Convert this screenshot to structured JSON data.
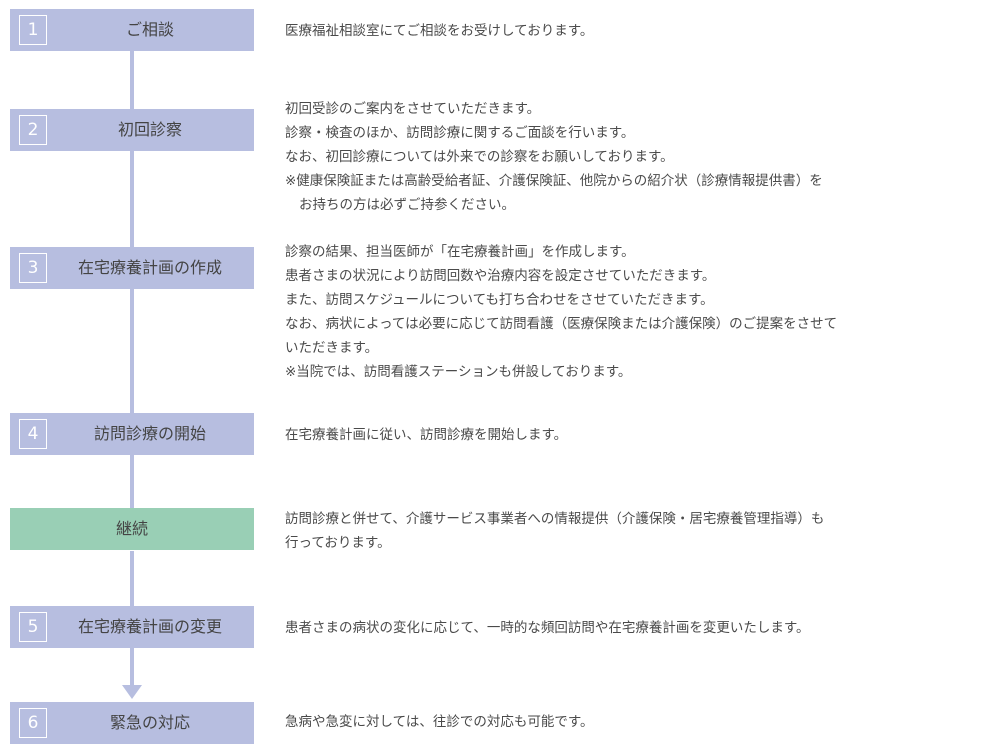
{
  "steps": [
    {
      "number": "1",
      "title": "ご相談",
      "lines": [
        "医療福祉相談室にてご相談をお受けしております。"
      ]
    },
    {
      "number": "2",
      "title": "初回診察",
      "lines": [
        "初回受診のご案内をさせていただきます。",
        "診察・検査のほか、訪問診療に関するご面談を行います。",
        "なお、初回診療については外来での診察をお願いしております。",
        "※健康保険証または高齢受給者証、介護保険証、他院からの紹介状（診療情報提供書）を",
        "お持ちの方は必ずご持参ください。"
      ]
    },
    {
      "number": "3",
      "title": "在宅療養計画の作成",
      "lines": [
        "診察の結果、担当医師が「在宅療養計画」を作成します。",
        "患者さまの状況により訪問回数や治療内容を設定させていただきます。",
        "また、訪問スケジュールについても打ち合わせをさせていただきます。",
        "なお、病状によっては必要に応じて訪問看護（医療保険または介護保険）のご提案をさせて",
        "いただきます。",
        "※当院では、訪問看護ステーションも併設しております。"
      ]
    },
    {
      "number": "4",
      "title": "訪問診療の開始",
      "lines": [
        "在宅療養計画に従い、訪問診療を開始します。"
      ]
    },
    {
      "number": "",
      "title": "継続",
      "lines": [
        "訪問診療と併せて、介護サービス事業者への情報提供（介護保険・居宅療養管理指導）も",
        "行っております。"
      ]
    },
    {
      "number": "5",
      "title": "在宅療養計画の変更",
      "lines": [
        "患者さまの病状の変化に応じて、一時的な頻回訪問や在宅療養計画を変更いたします。"
      ]
    },
    {
      "number": "6",
      "title": "緊急の対応",
      "lines": [
        "急病や急変に対しては、往診での対応も可能です。"
      ]
    }
  ],
  "colors": {
    "step_box": "#b7bee0",
    "continue_box": "#99cfb5",
    "connector": "#b7bee0",
    "text": "#4a4a4a"
  }
}
